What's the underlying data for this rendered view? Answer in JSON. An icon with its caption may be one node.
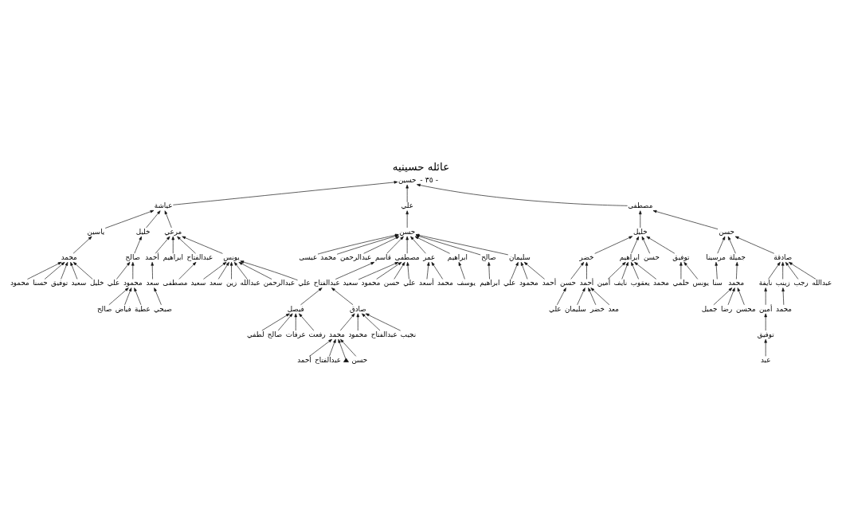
{
  "diagram": {
    "title": "عائله حسينيه",
    "nodes": [
      {
        "text": [
          "حسين"
        ]
      },
      {
        "text": [
          "عياشة"
        ]
      },
      {
        "text": [
          "علي"
        ]
      },
      {
        "text": [
          "مصطفى"
        ]
      },
      {
        "text": [
          "ياسين"
        ]
      },
      {
        "text": [
          "خليل"
        ]
      },
      {
        "text": [
          "مرعي"
        ]
      },
      {
        "text": [
          "حسن"
        ]
      },
      {
        "text": [
          "خليل"
        ]
      },
      {
        "text": [
          "حسن"
        ]
      },
      {
        "text": [
          "محمد"
        ]
      },
      {
        "text": [
          "صالح"
        ]
      },
      {
        "text": [
          "أحمد"
        ]
      },
      {
        "text": [
          "ابراهيم"
        ]
      },
      {
        "text": [
          "عبدالفتاح"
        ]
      },
      {
        "text": [
          "يونس"
        ]
      },
      {
        "text": [
          "عيسى"
        ]
      },
      {
        "text": [
          "محمد"
        ]
      },
      {
        "text": [
          "عبدالرحمن"
        ]
      },
      {
        "text": [
          "قاسم"
        ]
      },
      {
        "text": [
          "مصطفى"
        ]
      },
      {
        "text": [
          "عمر"
        ]
      },
      {
        "text": [
          "ابراهيم"
        ]
      },
      {
        "text": [
          "صالح"
        ]
      },
      {
        "text": [
          "سليمان"
        ]
      },
      {
        "text": [
          "خضر"
        ]
      },
      {
        "text": [
          "ابراهيم"
        ]
      },
      {
        "text": [
          "حسن"
        ]
      },
      {
        "text": [
          "توفيق"
        ]
      },
      {
        "text": [
          "مرسينا"
        ]
      },
      {
        "text": [
          "جميلة"
        ]
      },
      {
        "text": [
          "صادقة"
        ]
      },
      {
        "text": [
          "محمود"
        ]
      },
      {
        "text": [
          "حسنا"
        ]
      },
      {
        "text": [
          "توفيق"
        ]
      },
      {
        "text": [
          "سعيد"
        ]
      },
      {
        "text": [
          "خليل"
        ]
      },
      {
        "text": [
          "علي"
        ]
      },
      {
        "text": [
          "محمود"
        ]
      },
      {
        "text": [
          "سعد"
        ]
      },
      {
        "text": [
          "مصطفى"
        ]
      },
      {
        "text": [
          "سعيد"
        ]
      },
      {
        "text": [
          "سعد"
        ]
      },
      {
        "text": [
          "زين"
        ]
      },
      {
        "text": [
          "عبدالله"
        ]
      },
      {
        "text": [
          "عبدالرحمن"
        ]
      },
      {
        "text": [
          "علي"
        ]
      },
      {
        "text": [
          "عبدالفتاح"
        ]
      },
      {
        "text": [
          "سعيد"
        ]
      },
      {
        "text": [
          "محمود"
        ]
      },
      {
        "text": [
          "حسن"
        ]
      },
      {
        "text": [
          "علي"
        ]
      },
      {
        "text": [
          "أسعد"
        ]
      },
      {
        "text": [
          "محمد"
        ]
      },
      {
        "text": [
          "يوسف"
        ]
      },
      {
        "text": [
          "ابراهيم"
        ]
      },
      {
        "text": [
          "علي"
        ]
      },
      {
        "text": [
          "محمود"
        ]
      },
      {
        "text": [
          "أحمد"
        ]
      },
      {
        "text": [
          "حسن"
        ]
      },
      {
        "text": [
          "أحمد"
        ]
      },
      {
        "text": [
          "أمين"
        ]
      },
      {
        "text": [
          "نايف"
        ]
      },
      {
        "text": [
          "يعقوب"
        ]
      },
      {
        "text": [
          "محمد"
        ]
      },
      {
        "text": [
          "حلمي"
        ]
      },
      {
        "text": [
          "يونس"
        ]
      },
      {
        "text": [
          "سنا"
        ]
      },
      {
        "text": [
          "محمد"
        ]
      },
      {
        "text": [
          "نايفة"
        ]
      },
      {
        "text": [
          "زينب"
        ]
      },
      {
        "text": [
          "رجب"
        ]
      },
      {
        "text": [
          "عبدالله"
        ]
      },
      {
        "text": [
          "صالح"
        ]
      },
      {
        "text": [
          "فياض"
        ]
      },
      {
        "text": [
          "عطية"
        ]
      },
      {
        "text": [
          "صبحي"
        ]
      },
      {
        "text": [
          "فيصل"
        ]
      },
      {
        "text": [
          "صادق"
        ]
      },
      {
        "text": [
          "علي"
        ]
      },
      {
        "text": [
          "سليمان"
        ]
      },
      {
        "text": [
          "خضر"
        ]
      },
      {
        "text": [
          "معد"
        ]
      },
      {
        "text": [
          "جميل"
        ]
      },
      {
        "text": [
          "رضا"
        ]
      },
      {
        "text": [
          "محسن"
        ]
      },
      {
        "text": [
          "أمين"
        ]
      },
      {
        "text": [
          "محمد"
        ]
      },
      {
        "text": [
          "لطفي"
        ]
      },
      {
        "text": [
          "صالح"
        ]
      },
      {
        "text": [
          "عرفات"
        ]
      },
      {
        "text": [
          "رفعت"
        ]
      },
      {
        "text": [
          "محمد"
        ]
      },
      {
        "text": [
          "محمود"
        ]
      },
      {
        "text": [
          "عبدالفتاح"
        ]
      },
      {
        "text": [
          "نجيب"
        ]
      },
      {
        "text": [
          "توفيق"
        ]
      },
      {
        "text": [
          "أحمد"
        ]
      },
      {
        "text": [
          "عبدالفتاح"
        ]
      },
      {
        "text": [],
        "shape": "triangle"
      },
      {
        "text": [
          "حسن"
        ]
      },
      {
        "text": [
          "عبد"
        ]
      }
    ],
    "edges": [
      {
        "from": 1,
        "to": 0,
        "arrow": "to"
      },
      {
        "from": 2,
        "to": 0,
        "arrow": "to"
      },
      {
        "from": 3,
        "to": 0,
        "arrow": "to"
      },
      {
        "from": 4,
        "to": 1,
        "arrow": "to"
      },
      {
        "from": 5,
        "to": 1,
        "arrow": "to"
      },
      {
        "from": 6,
        "to": 1,
        "arrow": "to"
      },
      {
        "from": 7,
        "to": 2,
        "arrow": "to"
      },
      {
        "from": 8,
        "to": 3,
        "arrow": "to"
      },
      {
        "from": 9,
        "to": 3,
        "arrow": "to"
      },
      {
        "from": 10,
        "to": 4,
        "arrow": "to"
      },
      {
        "from": 11,
        "to": 5,
        "arrow": "to"
      },
      {
        "from": 12,
        "to": 6,
        "arrow": "to"
      },
      {
        "from": 13,
        "to": 6,
        "arrow": "to"
      },
      {
        "from": 14,
        "to": 6,
        "arrow": "to"
      },
      {
        "from": 15,
        "to": 6,
        "arrow": "to"
      },
      {
        "from": 16,
        "to": 7,
        "arrow": "to"
      },
      {
        "from": 17,
        "to": 7,
        "arrow": "to"
      },
      {
        "from": 18,
        "to": 7,
        "arrow": "to"
      },
      {
        "from": 19,
        "to": 7,
        "arrow": "to"
      },
      {
        "from": 20,
        "to": 7,
        "arrow": "to"
      },
      {
        "from": 21,
        "to": 7,
        "arrow": "to"
      },
      {
        "from": 22,
        "to": 7,
        "arrow": "to"
      },
      {
        "from": 23,
        "to": 7,
        "arrow": "to"
      },
      {
        "from": 24,
        "to": 7,
        "arrow": "to"
      },
      {
        "from": 25,
        "to": 8,
        "arrow": "to"
      },
      {
        "from": 26,
        "to": 8,
        "arrow": "to"
      },
      {
        "from": 27,
        "to": 8,
        "arrow": "to"
      },
      {
        "from": 28,
        "to": 8,
        "arrow": "to"
      },
      {
        "from": 29,
        "to": 9,
        "arrow": "to"
      },
      {
        "from": 30,
        "to": 9,
        "arrow": "to"
      },
      {
        "from": 31,
        "to": 9,
        "arrow": "to"
      },
      {
        "from": 32,
        "to": 10,
        "arrow": "to"
      },
      {
        "from": 33,
        "to": 10,
        "arrow": "to"
      },
      {
        "from": 34,
        "to": 10,
        "arrow": "to"
      },
      {
        "from": 35,
        "to": 10,
        "arrow": "to"
      },
      {
        "from": 36,
        "to": 10,
        "arrow": "to"
      },
      {
        "from": 37,
        "to": 11,
        "arrow": "to"
      },
      {
        "from": 38,
        "to": 11,
        "arrow": "to"
      },
      {
        "from": 39,
        "to": 12,
        "arrow": "to"
      },
      {
        "from": 40,
        "to": 14,
        "arrow": "to"
      },
      {
        "from": 41,
        "to": 15,
        "arrow": "to"
      },
      {
        "from": 42,
        "to": 15,
        "arrow": "to"
      },
      {
        "from": 43,
        "to": 15,
        "arrow": "to"
      },
      {
        "from": 44,
        "to": 15,
        "arrow": "to"
      },
      {
        "from": 45,
        "to": 15,
        "arrow": "to"
      },
      {
        "from": 46,
        "to": 15,
        "arrow": "to"
      },
      {
        "from": 47,
        "to": 19,
        "arrow": "to"
      },
      {
        "from": 48,
        "to": 20,
        "arrow": "to"
      },
      {
        "from": 49,
        "to": 20,
        "arrow": "to"
      },
      {
        "from": 50,
        "to": 20,
        "arrow": "to"
      },
      {
        "from": 51,
        "to": 20,
        "arrow": "to"
      },
      {
        "from": 52,
        "to": 21,
        "arrow": "to"
      },
      {
        "from": 53,
        "to": 21,
        "arrow": "to"
      },
      {
        "from": 54,
        "to": 22,
        "arrow": "to"
      },
      {
        "from": 55,
        "to": 23,
        "arrow": "to"
      },
      {
        "from": 56,
        "to": 24,
        "arrow": "to"
      },
      {
        "from": 57,
        "to": 24,
        "arrow": "to"
      },
      {
        "from": 58,
        "to": 24,
        "arrow": "to"
      },
      {
        "from": 59,
        "to": 25,
        "arrow": "to"
      },
      {
        "from": 60,
        "to": 25,
        "arrow": "to"
      },
      {
        "from": 61,
        "to": 26,
        "arrow": "to"
      },
      {
        "from": 62,
        "to": 26,
        "arrow": "to"
      },
      {
        "from": 63,
        "to": 26,
        "arrow": "to"
      },
      {
        "from": 64,
        "to": 26,
        "arrow": "to"
      },
      {
        "from": 65,
        "to": 28,
        "arrow": "to"
      },
      {
        "from": 66,
        "to": 28,
        "arrow": "to"
      },
      {
        "from": 67,
        "to": 29,
        "arrow": "to"
      },
      {
        "from": 68,
        "to": 30,
        "arrow": "to"
      },
      {
        "from": 69,
        "to": 31,
        "arrow": "to"
      },
      {
        "from": 70,
        "to": 31,
        "arrow": "to"
      },
      {
        "from": 71,
        "to": 31,
        "arrow": "to"
      },
      {
        "from": 72,
        "to": 31,
        "arrow": "to"
      },
      {
        "from": 73,
        "to": 38,
        "arrow": "to"
      },
      {
        "from": 74,
        "to": 38,
        "arrow": "to"
      },
      {
        "from": 75,
        "to": 38,
        "arrow": "to"
      },
      {
        "from": 76,
        "to": 39,
        "arrow": "to"
      },
      {
        "from": 77,
        "to": 47,
        "arrow": "to"
      },
      {
        "from": 78,
        "to": 47,
        "arrow": "to"
      },
      {
        "from": 79,
        "to": 59,
        "arrow": "to"
      },
      {
        "from": 80,
        "to": 60,
        "arrow": "to"
      },
      {
        "from": 81,
        "to": 60,
        "arrow": "to"
      },
      {
        "from": 82,
        "to": 60,
        "arrow": "to"
      },
      {
        "from": 83,
        "to": 68,
        "arrow": "to"
      },
      {
        "from": 84,
        "to": 68,
        "arrow": "to"
      },
      {
        "from": 85,
        "to": 68,
        "arrow": "to"
      },
      {
        "from": 86,
        "to": 69,
        "arrow": "to"
      },
      {
        "from": 87,
        "to": 70,
        "arrow": "to"
      },
      {
        "from": 88,
        "to": 77,
        "arrow": "to"
      },
      {
        "from": 89,
        "to": 77,
        "arrow": "to"
      },
      {
        "from": 90,
        "to": 77,
        "arrow": "to"
      },
      {
        "from": 91,
        "to": 77,
        "arrow": "to"
      },
      {
        "from": 92,
        "to": 78,
        "arrow": "to"
      },
      {
        "from": 93,
        "to": 78,
        "arrow": "to"
      },
      {
        "from": 94,
        "to": 78,
        "arrow": "to"
      },
      {
        "from": 95,
        "to": 78,
        "arrow": "to"
      },
      {
        "from": 96,
        "to": 86,
        "arrow": "to"
      },
      {
        "from": 97,
        "to": 92,
        "arrow": "to"
      },
      {
        "from": 98,
        "to": 92,
        "arrow": "to"
      },
      {
        "from": 99,
        "to": 92,
        "arrow": "to"
      },
      {
        "from": 100,
        "to": 92,
        "arrow": "to"
      },
      {
        "from": 101,
        "to": 96,
        "arrow": "to"
      }
    ],
    "labels": [
      "- ٣٥ -"
    ]
  }
}
